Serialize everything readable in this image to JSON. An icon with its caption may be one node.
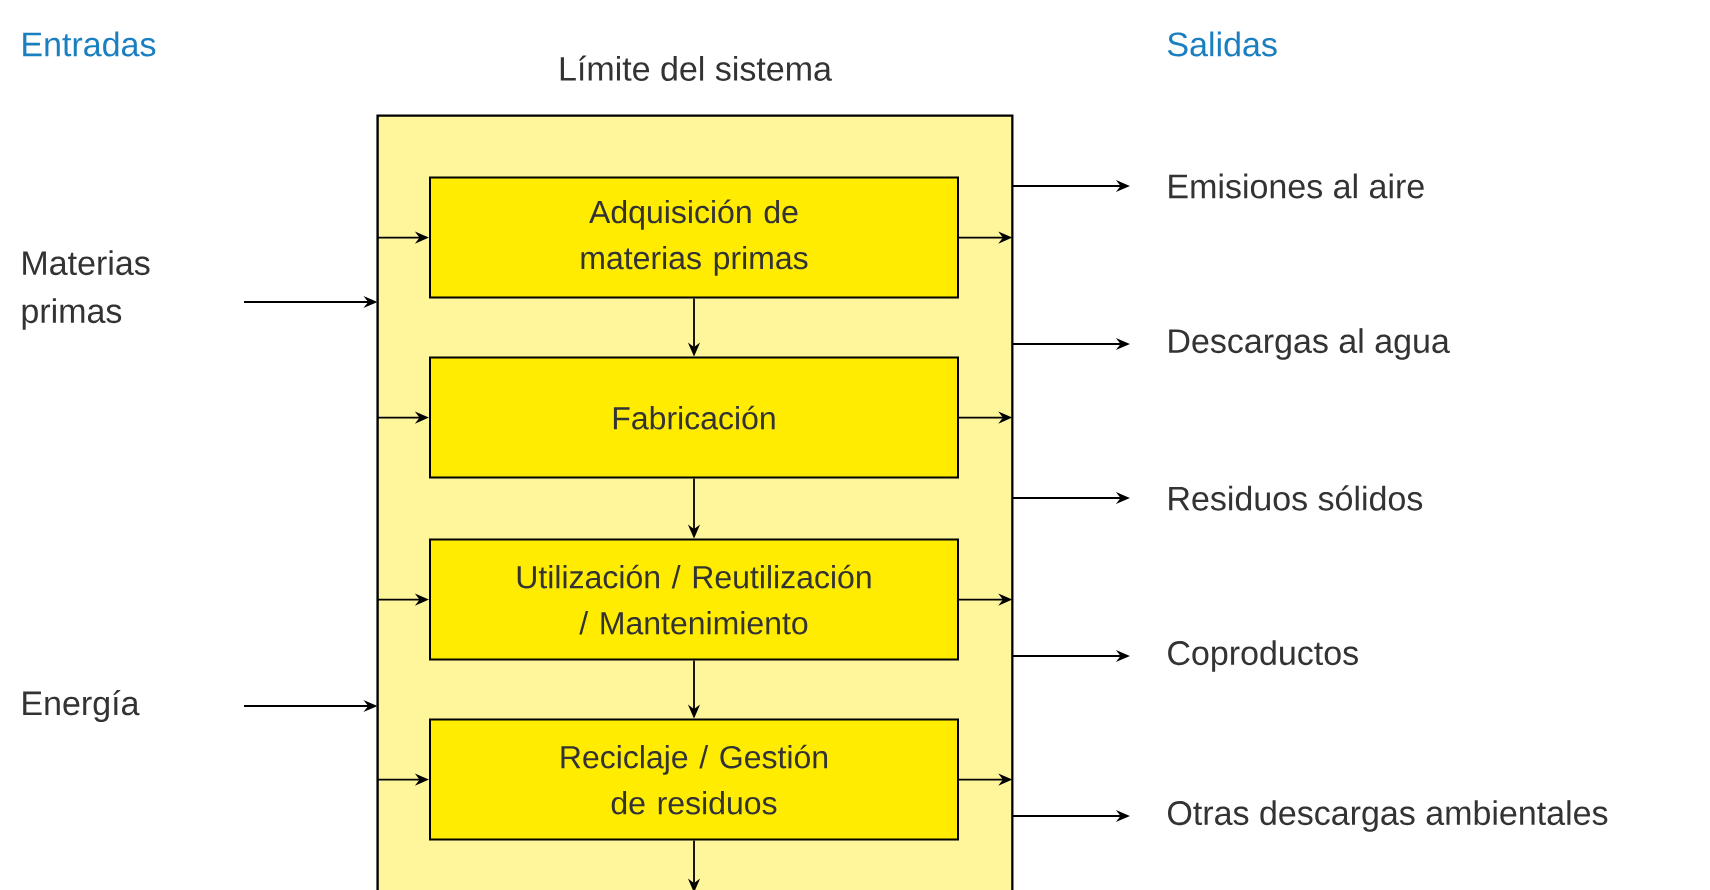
{
  "diagram": {
    "nodes": [
      {
        "text": [
          "Límite del sistema"
        ]
      },
      {
        "text": [
          "Adquisición de materias primas"
        ],
        "in": 0
      },
      {
        "text": [
          "Fabricación"
        ],
        "in": 0
      },
      {
        "text": [
          "Utilización / Reutilización / Mantenimiento"
        ],
        "in": 0
      },
      {
        "text": [
          "Reciclaje / Gestión de residuos"
        ],
        "in": 0
      },
      {
        "text": [
          "Materias primas"
        ]
      },
      {
        "text": [
          "Energía"
        ]
      },
      {
        "text": [
          "Emisiones al aire"
        ]
      },
      {
        "text": [
          "Descargas al agua"
        ]
      },
      {
        "text": [
          "Residuos sólidos"
        ]
      },
      {
        "text": [
          "Coproductos"
        ]
      },
      {
        "text": [
          "Otras descargas ambientales"
        ]
      }
    ],
    "edges": [
      {
        "from": 5,
        "to": 0,
        "arrow": "to"
      },
      {
        "from": 6,
        "to": 0,
        "arrow": "to"
      },
      {
        "from": 0,
        "to": 1,
        "arrow": "to"
      },
      {
        "from": 0,
        "to": 2,
        "arrow": "to"
      },
      {
        "from": 0,
        "to": 3,
        "arrow": "to"
      },
      {
        "from": 0,
        "to": 4,
        "arrow": "to"
      },
      {
        "from": 1,
        "to": 2,
        "arrow": "to"
      },
      {
        "from": 2,
        "to": 3,
        "arrow": "to"
      },
      {
        "from": 3,
        "to": 4,
        "arrow": "to"
      },
      {
        "from": 4,
        "to": null,
        "arrow": "to"
      },
      {
        "from": 1,
        "to": 0,
        "arrow": "to"
      },
      {
        "from": 2,
        "to": 0,
        "arrow": "to"
      },
      {
        "from": 3,
        "to": 0,
        "arrow": "to"
      },
      {
        "from": 4,
        "to": 0,
        "arrow": "to"
      },
      {
        "from": 0,
        "to": 7,
        "arrow": "to"
      },
      {
        "from": 0,
        "to": 8,
        "arrow": "to"
      },
      {
        "from": 0,
        "to": 9,
        "arrow": "to"
      },
      {
        "from": 0,
        "to": 10,
        "arrow": "to"
      },
      {
        "from": 0,
        "to": 11,
        "arrow": "to"
      }
    ],
    "labels": [
      "Entradas",
      "Salidas"
    ]
  }
}
